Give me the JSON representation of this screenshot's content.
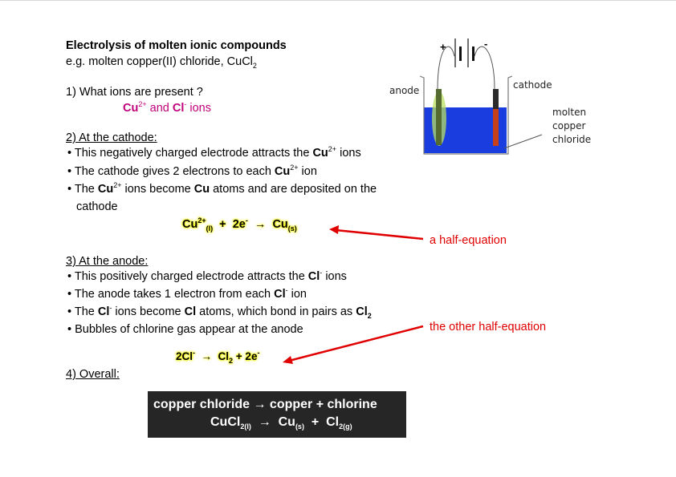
{
  "title": "Electrolysis of molten ionic compounds",
  "subtitle": {
    "text": "e.g. molten copper(II) chloride, CuCl",
    "sub": "2"
  },
  "q1": {
    "label": "1)  What ions are present ?",
    "ion1": "Cu",
    "ion1_sup": "2+",
    "and": " and ",
    "ion2": "Cl",
    "ion2_sup": "-",
    "ions": " ions"
  },
  "cathode": {
    "heading": "2) At the cathode:",
    "b1": [
      "• This negatively charged electrode attracts the ",
      "Cu",
      "2+",
      " ions"
    ],
    "b2": [
      "• The cathode gives 2 electrons to each ",
      "Cu",
      "2+",
      " ion"
    ],
    "b3": [
      "• The ",
      "Cu",
      "2+",
      " ions become ",
      "Cu",
      " atoms and are deposited on the"
    ],
    "b3b": "cathode",
    "equation": {
      "a": "Cu",
      "a_sup": "2+",
      "a_sub": "(l)",
      "b": "  +  2e",
      "b_sup": "-",
      "arrow": "  →  ",
      "c": "Cu",
      "c_sub": "(s)"
    },
    "annotation": "a half-equation"
  },
  "anode": {
    "heading": "3) At the anode:",
    "b1": [
      "• This positively charged electrode attracts the ",
      "Cl",
      "-",
      " ions"
    ],
    "b2": [
      "• The anode takes 1 electron from each ",
      "Cl",
      "-",
      " ion"
    ],
    "b3": [
      "• The ",
      "Cl",
      "-",
      " ions become ",
      "Cl",
      " atoms, which bond in pairs as ",
      "Cl",
      "2"
    ],
    "b4": "• Bubbles of chlorine gas appear at the anode",
    "equation": {
      "a": "2Cl",
      "a_sup": "-",
      "arrow": "  →  ",
      "b": "Cl",
      "b_sub": "2",
      "c": " + 2e",
      "c_sup": "-"
    },
    "annotation": "the other half-equation"
  },
  "overall": {
    "heading": "4) Overall:",
    "line1": "copper chloride → copper + chlorine",
    "l2": {
      "a": "CuCl",
      "a_sub": "2(l)",
      "arrow": "  →  ",
      "b": "Cu",
      "b_sub": "(s)",
      "plus": "  +  ",
      "c": "Cl",
      "c_sub": "2(g)"
    }
  },
  "diagram": {
    "plus": "+",
    "minus": "-",
    "anode": "anode",
    "cathode": "cathode",
    "electrolyte": [
      "molten",
      "copper",
      "chloride"
    ]
  },
  "colors": {
    "ion": "#c0007a",
    "annotation": "#e00000",
    "highlight": "#f4f400",
    "electrolyte": "#1a3de0",
    "box": "#262626"
  }
}
